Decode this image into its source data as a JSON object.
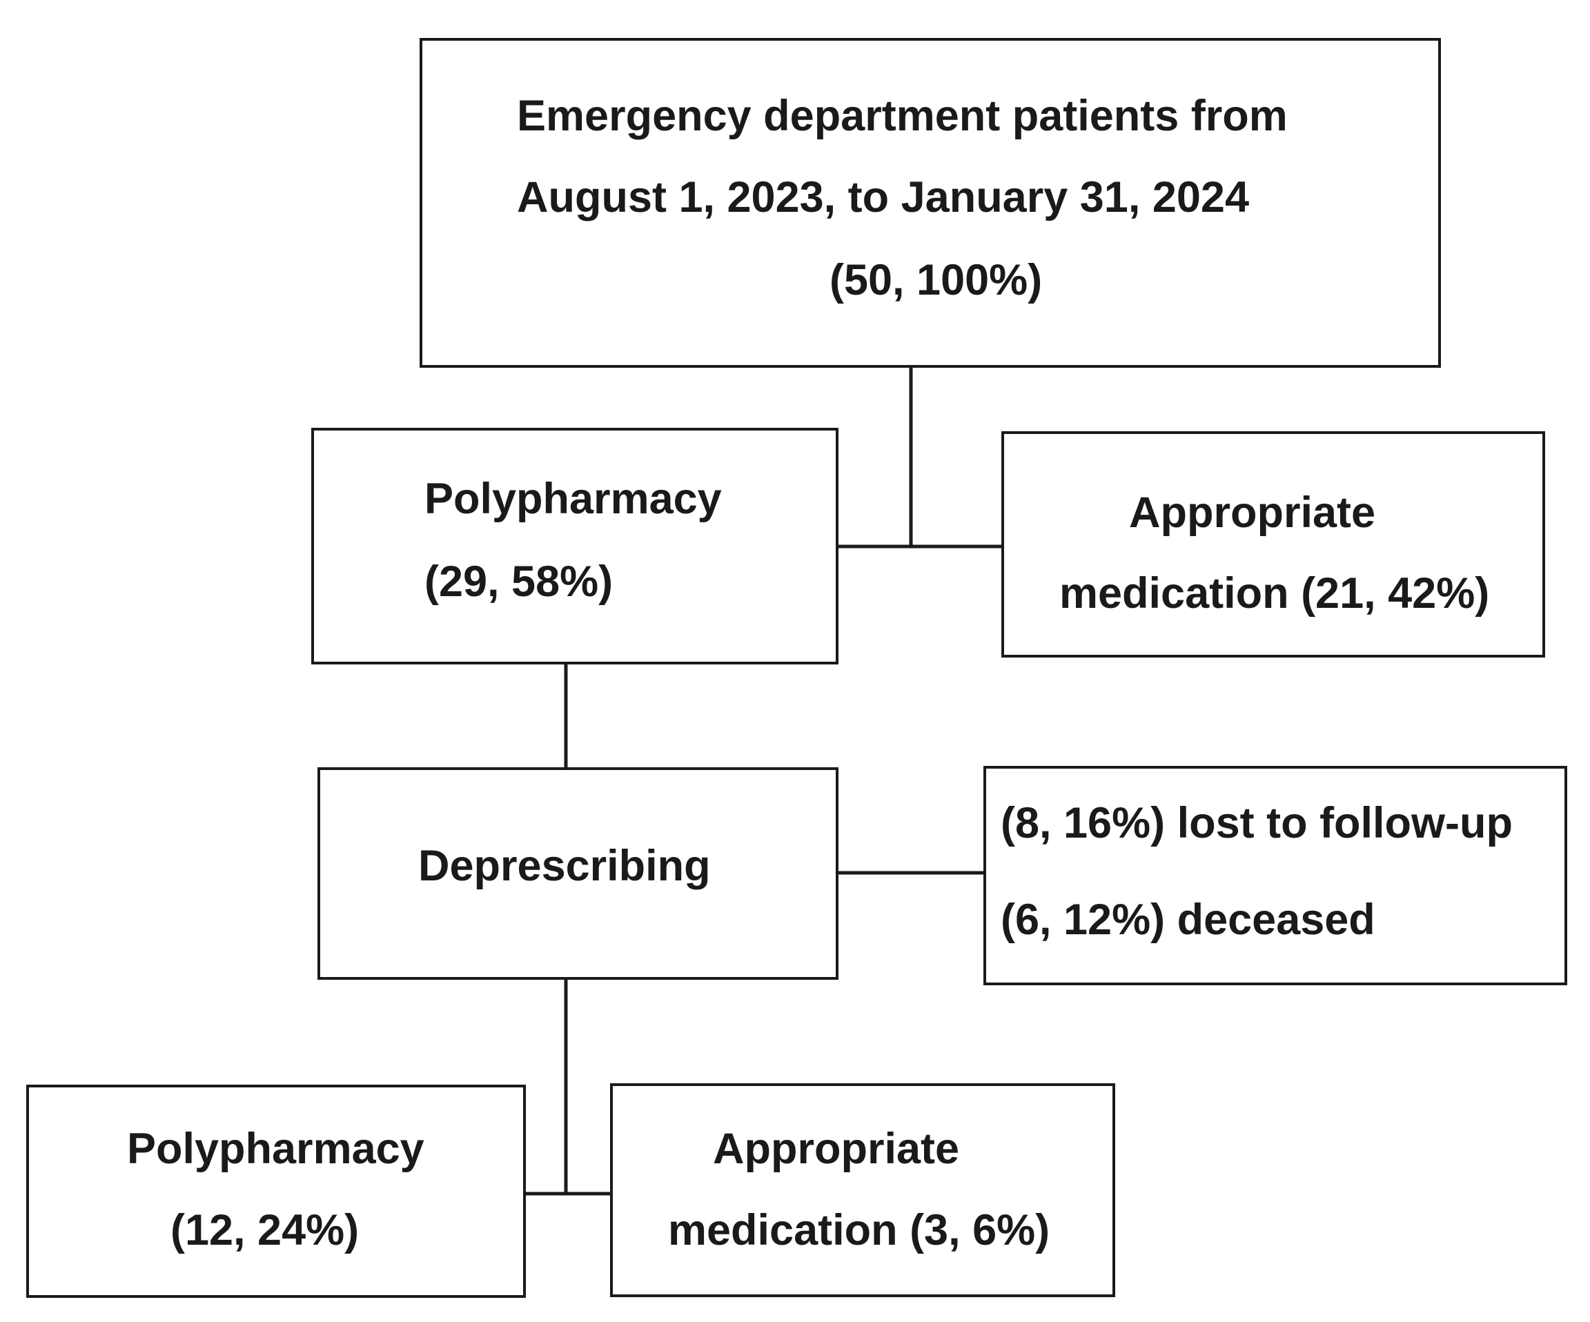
{
  "flowchart": {
    "nodes": {
      "enrollment": {
        "line1": "Emergency department patients from",
        "line2": "August 1, 2023, to January 31, 2024",
        "line3": "(50, 100%)"
      },
      "polypharmacy_initial": {
        "line1": "Polypharmacy",
        "line2": "(29, 58%)"
      },
      "appropriate_initial": {
        "line1": "Appropriate",
        "line2": "medication (21, 42%)"
      },
      "deprescribing": {
        "line1": "Deprescribing"
      },
      "excluded": {
        "line1": "(8, 16%) lost to follow-up",
        "line2": "(6, 12%) deceased"
      },
      "polypharmacy_final": {
        "line1": "Polypharmacy",
        "line2": "(12, 24%)"
      },
      "appropriate_final": {
        "line1": "Appropriate",
        "line2": "medication (3, 6%)"
      }
    },
    "edges": [
      {
        "from": "enrollment",
        "to": "polypharmacy_initial"
      },
      {
        "from": "enrollment",
        "to": "appropriate_initial"
      },
      {
        "from": "polypharmacy_initial",
        "to": "deprescribing"
      },
      {
        "from": "deprescribing",
        "to": "excluded"
      },
      {
        "from": "deprescribing",
        "to": "polypharmacy_final"
      },
      {
        "from": "deprescribing",
        "to": "appropriate_final"
      }
    ]
  }
}
